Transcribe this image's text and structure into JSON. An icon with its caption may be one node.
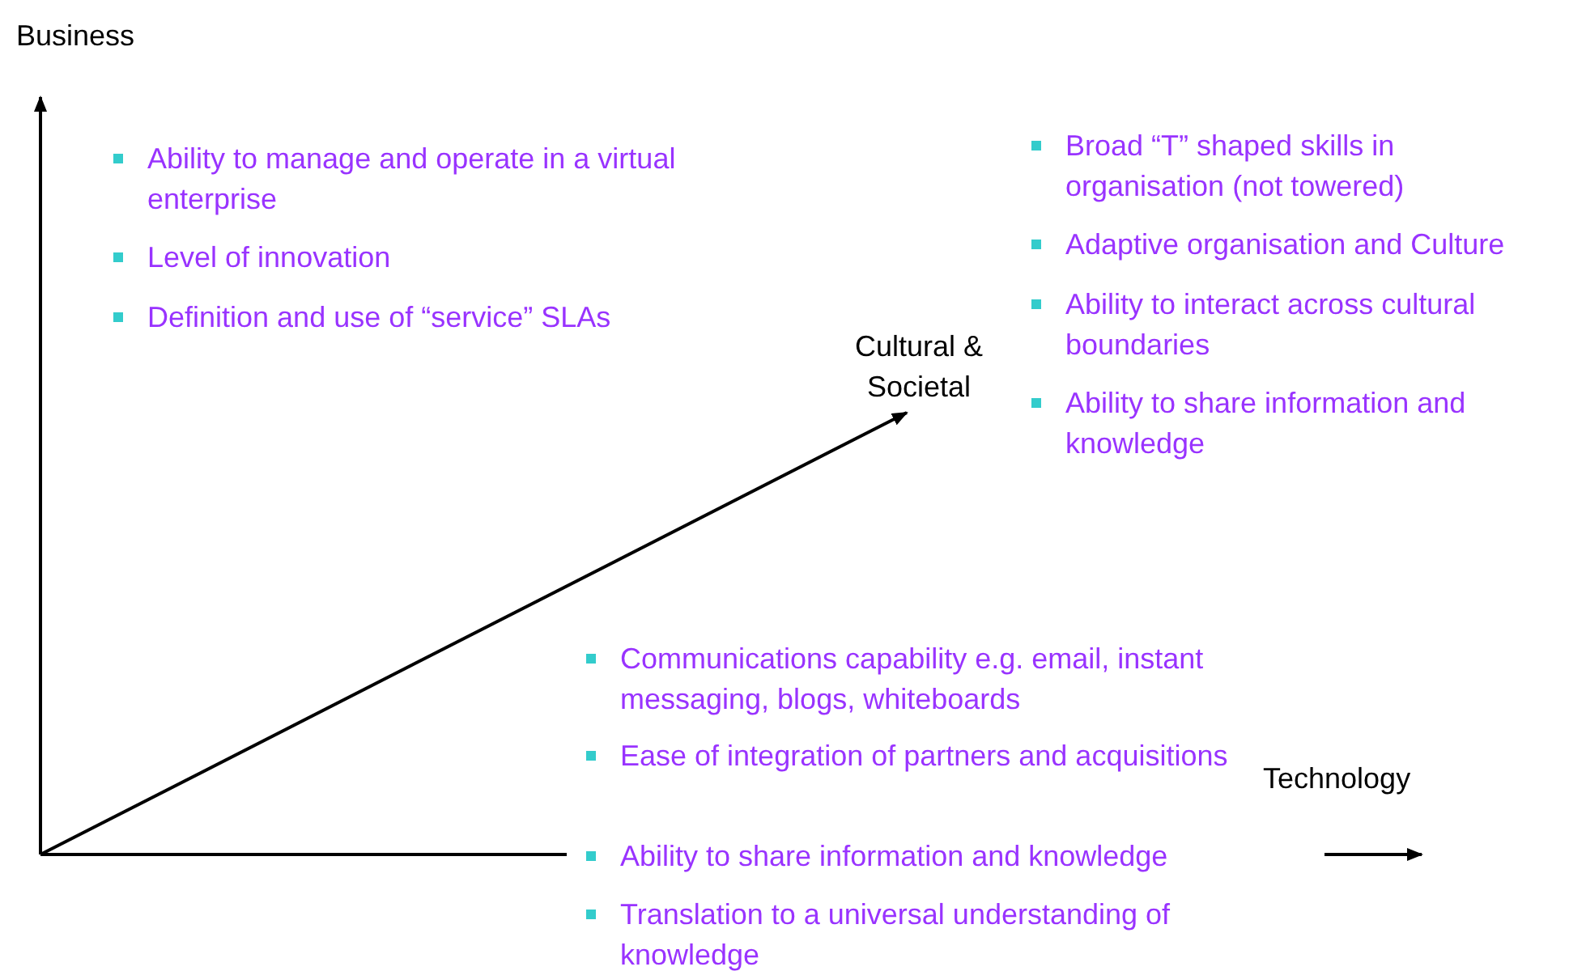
{
  "diagram": {
    "labels": [
      "Business",
      "Ability to manage and operate in a virtual enterprise",
      "Level of innovation",
      "Definition and use of “service” SLAs",
      "Broad “T” shaped skills in organisation (not towered)",
      "Adaptive organisation and Culture",
      "Ability to interact across cultural boundaries",
      "Ability to share information and knowledge",
      "Cultural & Societal",
      "Communications capability e.g. email, instant messaging, blogs, whiteboards",
      "Ease of integration of partners and acquisitions",
      "Technology",
      "Ability to share information and knowledge",
      "Translation to a universal understanding of knowledge"
    ]
  }
}
